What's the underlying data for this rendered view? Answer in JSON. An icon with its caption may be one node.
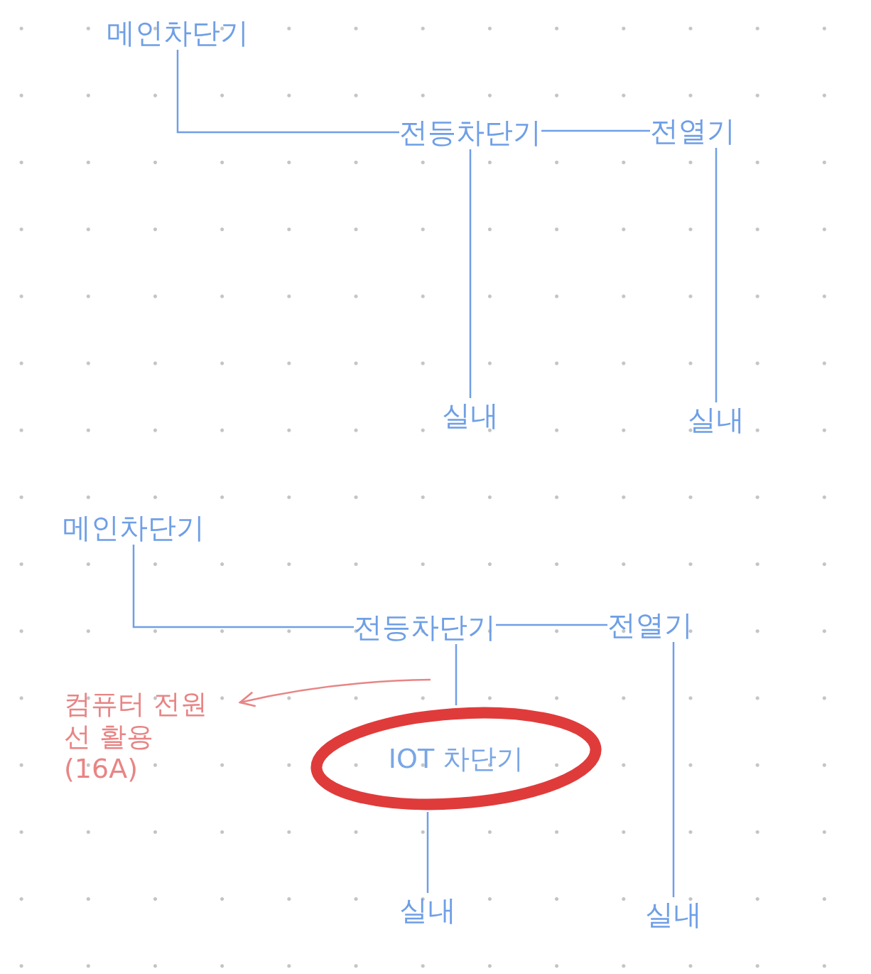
{
  "diagram": {
    "nodes": [
      {
        "text": [
          "메인차단기"
        ]
      },
      {
        "text": [
          "전등차단기"
        ]
      },
      {
        "text": [
          "전열기"
        ]
      },
      {
        "text": [
          "실내"
        ]
      },
      {
        "text": [
          "실내"
        ]
      },
      {
        "text": [
          "메인차단기"
        ]
      },
      {
        "text": [
          "전등차단기"
        ]
      },
      {
        "text": [
          "전열기"
        ]
      },
      {
        "text": [
          "IOT 차단기"
        ]
      },
      {
        "text": [
          "실내"
        ]
      },
      {
        "text": [
          "실내"
        ]
      },
      {
        "text": [
          "컴퓨터 전원선 활용 (16A)"
        ]
      }
    ],
    "edges": [
      {
        "from": 0,
        "to": 1,
        "arrow": "none"
      },
      {
        "from": 1,
        "to": 2,
        "arrow": "none"
      },
      {
        "from": 1,
        "to": 3,
        "arrow": "none"
      },
      {
        "from": 2,
        "to": 4,
        "arrow": "none"
      },
      {
        "from": 5,
        "to": 6,
        "arrow": "none"
      },
      {
        "from": 6,
        "to": 7,
        "arrow": "none"
      },
      {
        "from": 6,
        "to": 8,
        "arrow": "none"
      },
      {
        "from": 8,
        "to": 9,
        "arrow": "none"
      },
      {
        "from": 7,
        "to": 10,
        "arrow": "none"
      },
      {
        "from": null,
        "to": 11,
        "arrow": "to",
        "color": "#e88585"
      }
    ]
  }
}
